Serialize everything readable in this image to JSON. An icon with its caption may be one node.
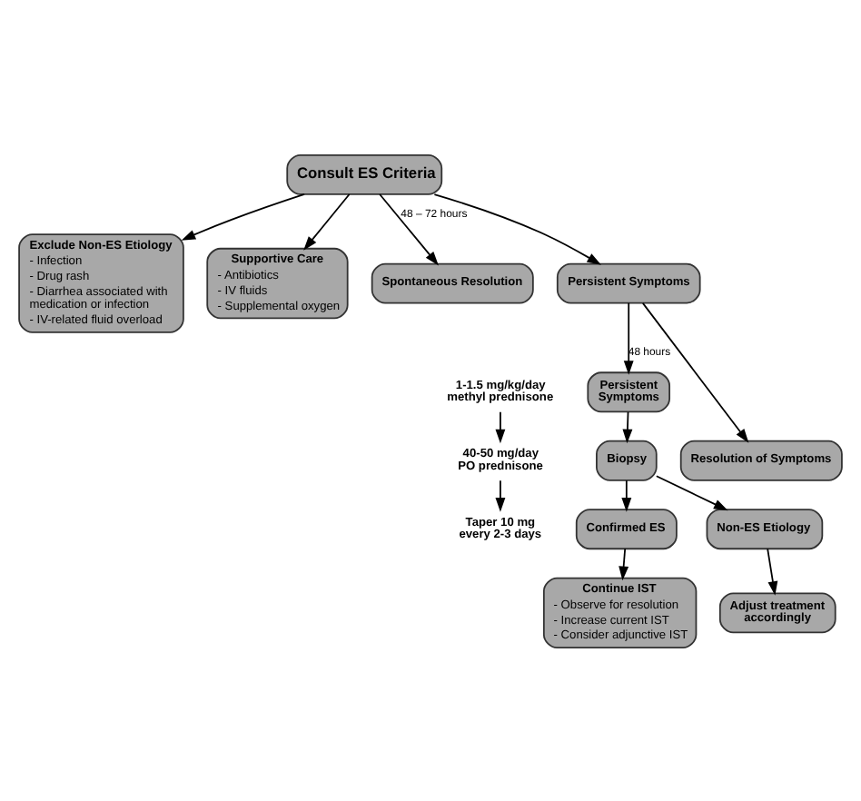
{
  "diagram": {
    "nodes": [
      {
        "text": [
          "Consult ES Criteria"
        ]
      },
      {
        "text": [
          "Exclude Non-ES Etiology",
          "- Infection",
          "- Drug rash",
          "- Diarrhea associated with medication or infection",
          "- IV-related fluid overload"
        ]
      },
      {
        "text": [
          "Supportive Care",
          "- Antibiotics",
          "- IV fluids",
          "- Supplemental oxygen"
        ]
      },
      {
        "text": [
          "Spontaneous Resolution"
        ]
      },
      {
        "text": [
          "Persistent Symptoms"
        ]
      },
      {
        "text": [
          "1-1.5 mg/kg/day methyl prednisone"
        ]
      },
      {
        "text": [
          "Persistent Symptoms"
        ]
      },
      {
        "text": [
          "40-50 mg/day PO prednisone"
        ]
      },
      {
        "text": [
          "Taper 10 mg every 2-3 days"
        ]
      },
      {
        "text": [
          "Resolution of Symptoms"
        ]
      },
      {
        "text": [
          "Biopsy"
        ]
      },
      {
        "text": [
          "Confirmed ES"
        ]
      },
      {
        "text": [
          "Non-ES Etiology"
        ]
      },
      {
        "text": [
          "Continue IST",
          "- Observe for resolution",
          "- Increase current IST",
          "- Consider adjunctive IST"
        ]
      },
      {
        "text": [
          "Adjust treatment accordingly"
        ]
      }
    ],
    "edges": [
      {
        "from": 0,
        "to": 1,
        "arrow": "to"
      },
      {
        "from": 0,
        "to": 2,
        "arrow": "to"
      },
      {
        "from": 0,
        "to": 3,
        "arrow": "to",
        "label": "48 – 72 hours"
      },
      {
        "from": 0,
        "to": 4,
        "arrow": "to"
      },
      {
        "from": 4,
        "to": 6,
        "arrow": "to",
        "label": "48 hours"
      },
      {
        "from": 4,
        "to": 9,
        "arrow": "to"
      },
      {
        "from": 5,
        "to": 7,
        "arrow": "to"
      },
      {
        "from": 7,
        "to": 8,
        "arrow": "to"
      },
      {
        "from": 6,
        "to": 10,
        "arrow": "to"
      },
      {
        "from": 10,
        "to": 11,
        "arrow": "to"
      },
      {
        "from": 10,
        "to": 12,
        "arrow": "to"
      },
      {
        "from": 11,
        "to": 13,
        "arrow": "to"
      },
      {
        "from": 12,
        "to": 14,
        "arrow": "to"
      }
    ]
  }
}
